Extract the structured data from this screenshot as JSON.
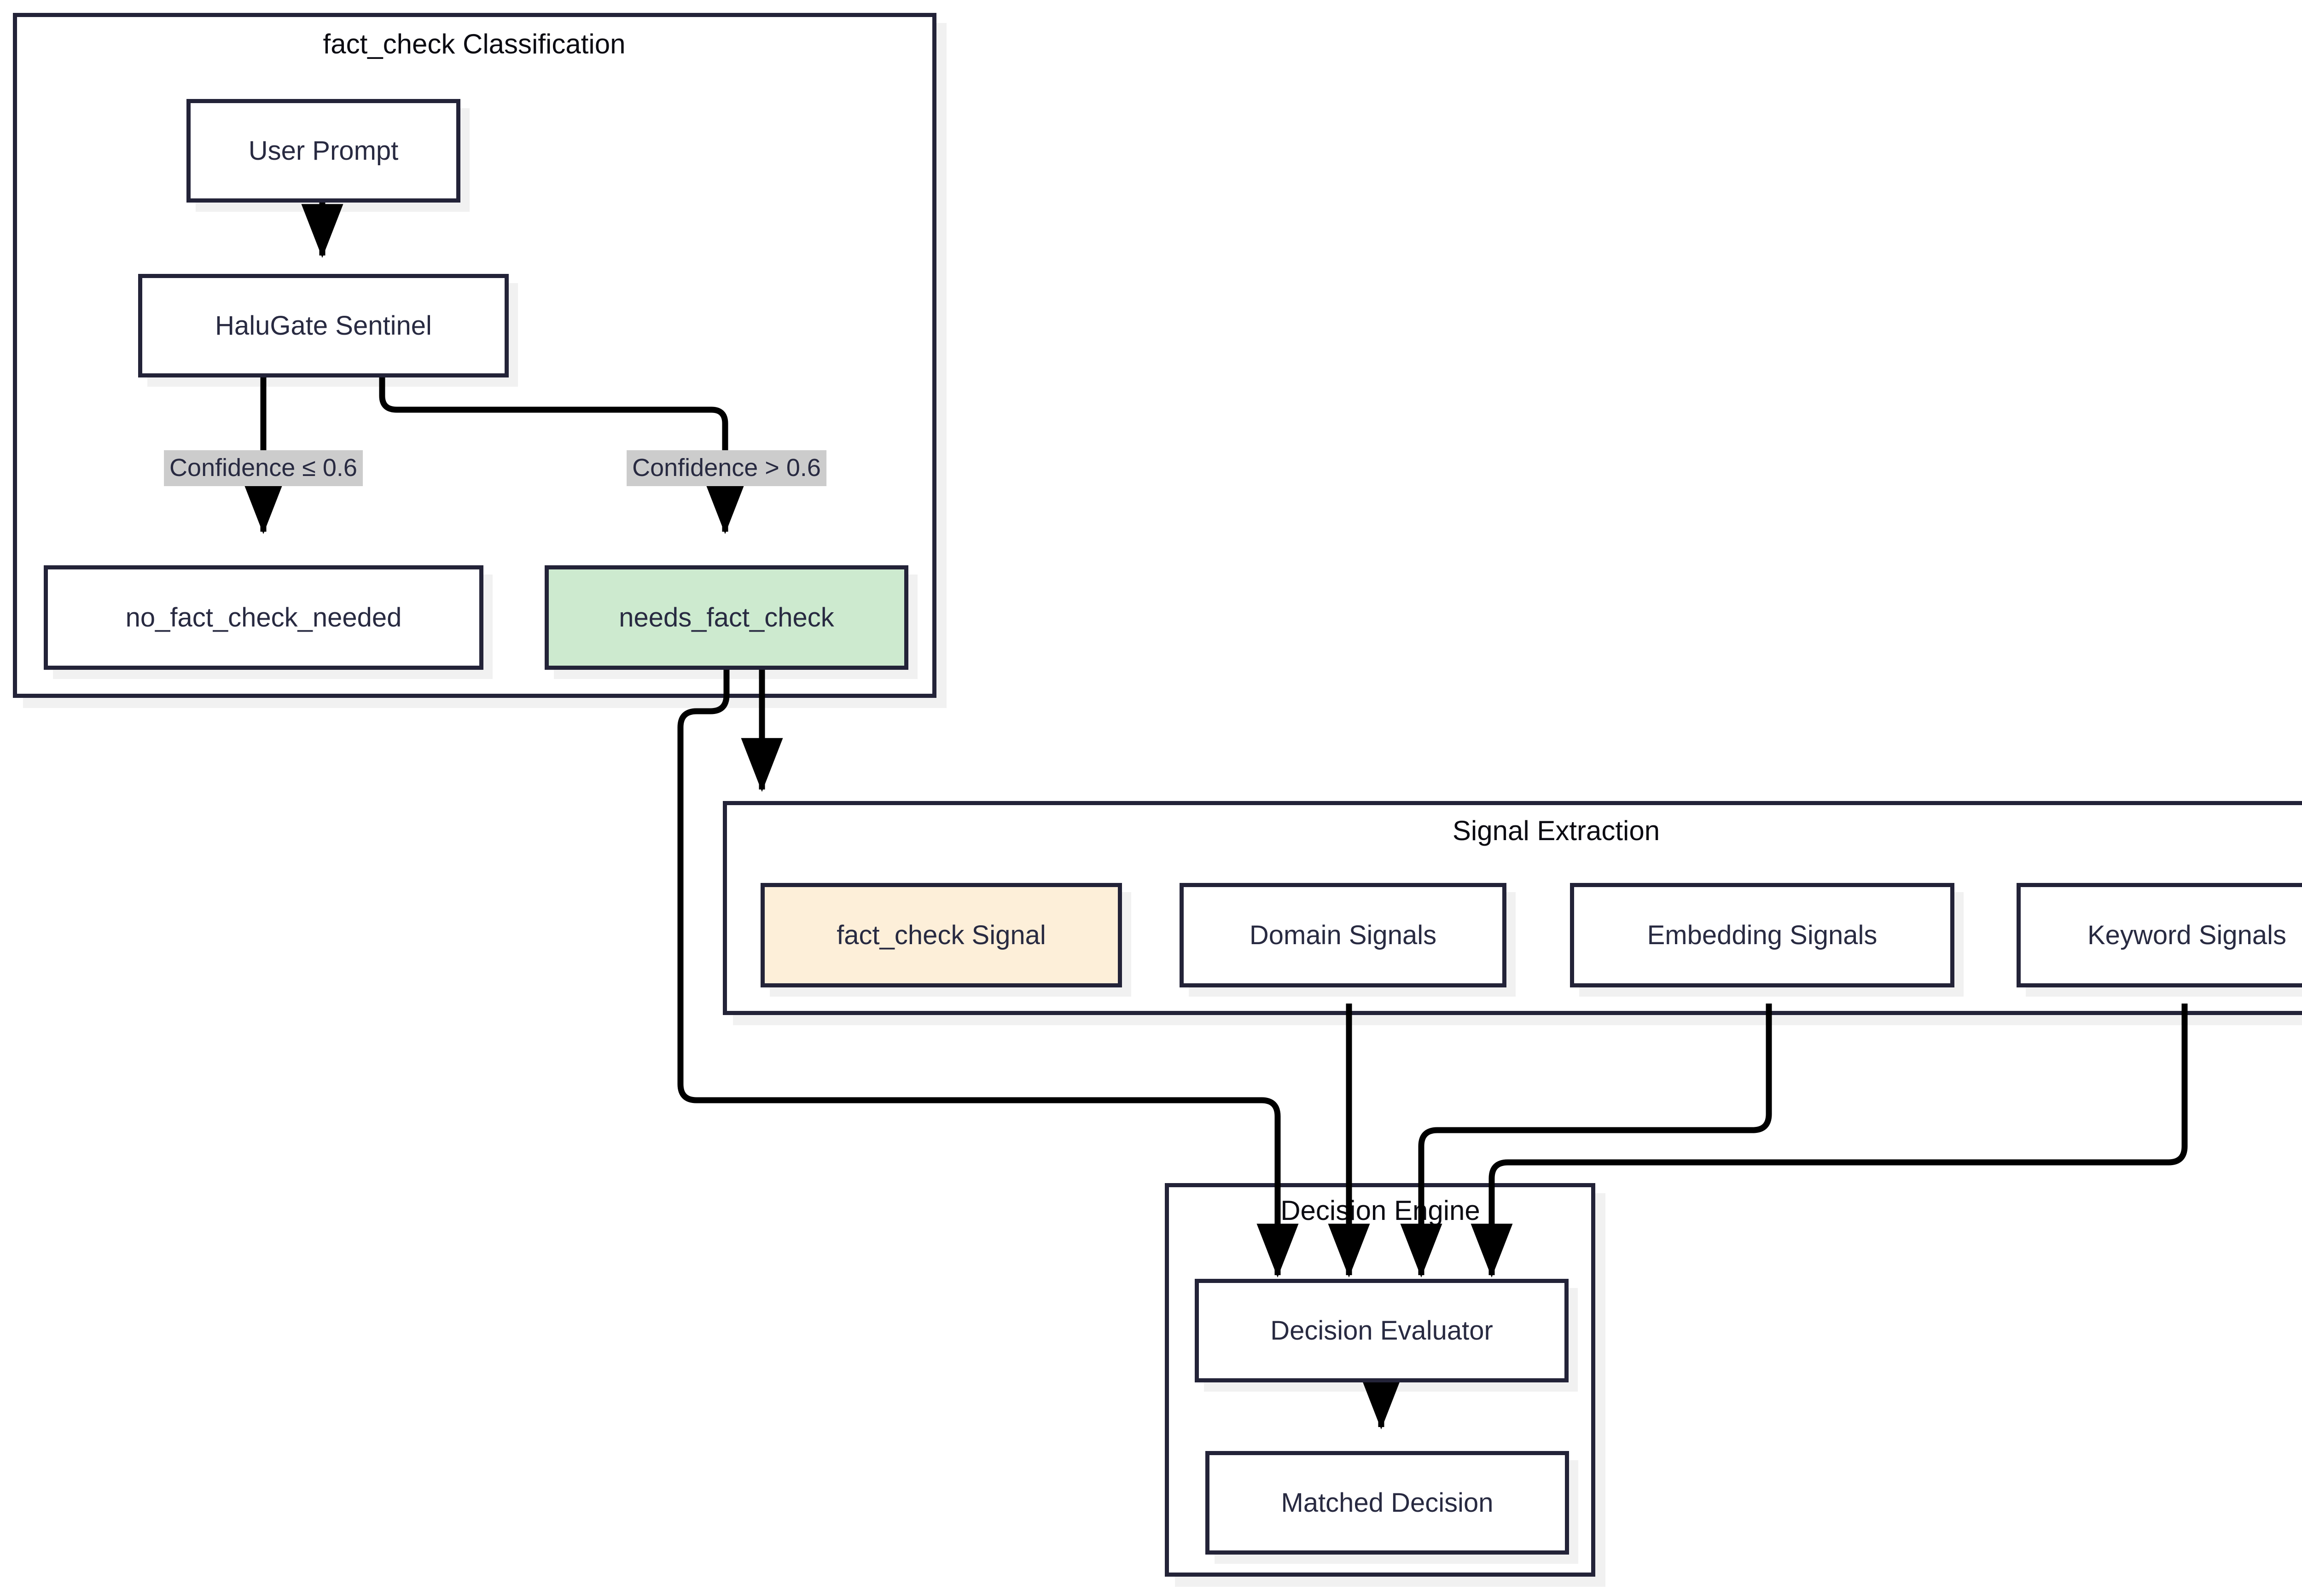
{
  "diagram": {
    "type": "flowchart",
    "direction": "top-down",
    "background": "#ffffff",
    "colors": {
      "node_border": "#232338",
      "node_fill": "#ffffff",
      "node_text": "#282a41",
      "highlight_green": "#cdeacf",
      "highlight_orange": "#fdefd9",
      "edge_label_bg": "#cccccc",
      "edge_stroke": "#000000",
      "cluster_title": "#0b0b12"
    }
  },
  "clusters": [
    {
      "id": "fact-check-classification",
      "title": "fact_check Classification"
    },
    {
      "id": "signal-extraction",
      "title": "Signal Extraction"
    },
    {
      "id": "decision-engine",
      "title": "Decision Engine"
    }
  ],
  "nodes": {
    "user_prompt": "User Prompt",
    "halugate_sentinel": "HaluGate Sentinel",
    "no_fact_check_needed": "no_fact_check_needed",
    "needs_fact_check": "needs_fact_check",
    "fact_check_signal": "fact_check Signal",
    "domain_signals": "Domain Signals",
    "embedding_signals": "Embedding Signals",
    "keyword_signals": "Keyword Signals",
    "decision_evaluator": "Decision Evaluator",
    "matched_decision": "Matched Decision"
  },
  "edge_labels": {
    "low_confidence": "Confidence ≤ 0.6",
    "high_confidence": "Confidence > 0.6"
  },
  "edges": [
    {
      "from": "user_prompt",
      "to": "halugate_sentinel",
      "label": ""
    },
    {
      "from": "halugate_sentinel",
      "to": "no_fact_check_needed",
      "label": "Confidence ≤ 0.6"
    },
    {
      "from": "halugate_sentinel",
      "to": "needs_fact_check",
      "label": "Confidence > 0.6"
    },
    {
      "from": "needs_fact_check",
      "to": "fact_check_signal",
      "label": ""
    },
    {
      "from": "needs_fact_check",
      "to": "decision_evaluator",
      "label": ""
    },
    {
      "from": "domain_signals",
      "to": "decision_evaluator",
      "label": ""
    },
    {
      "from": "embedding_signals",
      "to": "decision_evaluator",
      "label": ""
    },
    {
      "from": "keyword_signals",
      "to": "decision_evaluator",
      "label": ""
    },
    {
      "from": "decision_evaluator",
      "to": "matched_decision",
      "label": ""
    }
  ]
}
